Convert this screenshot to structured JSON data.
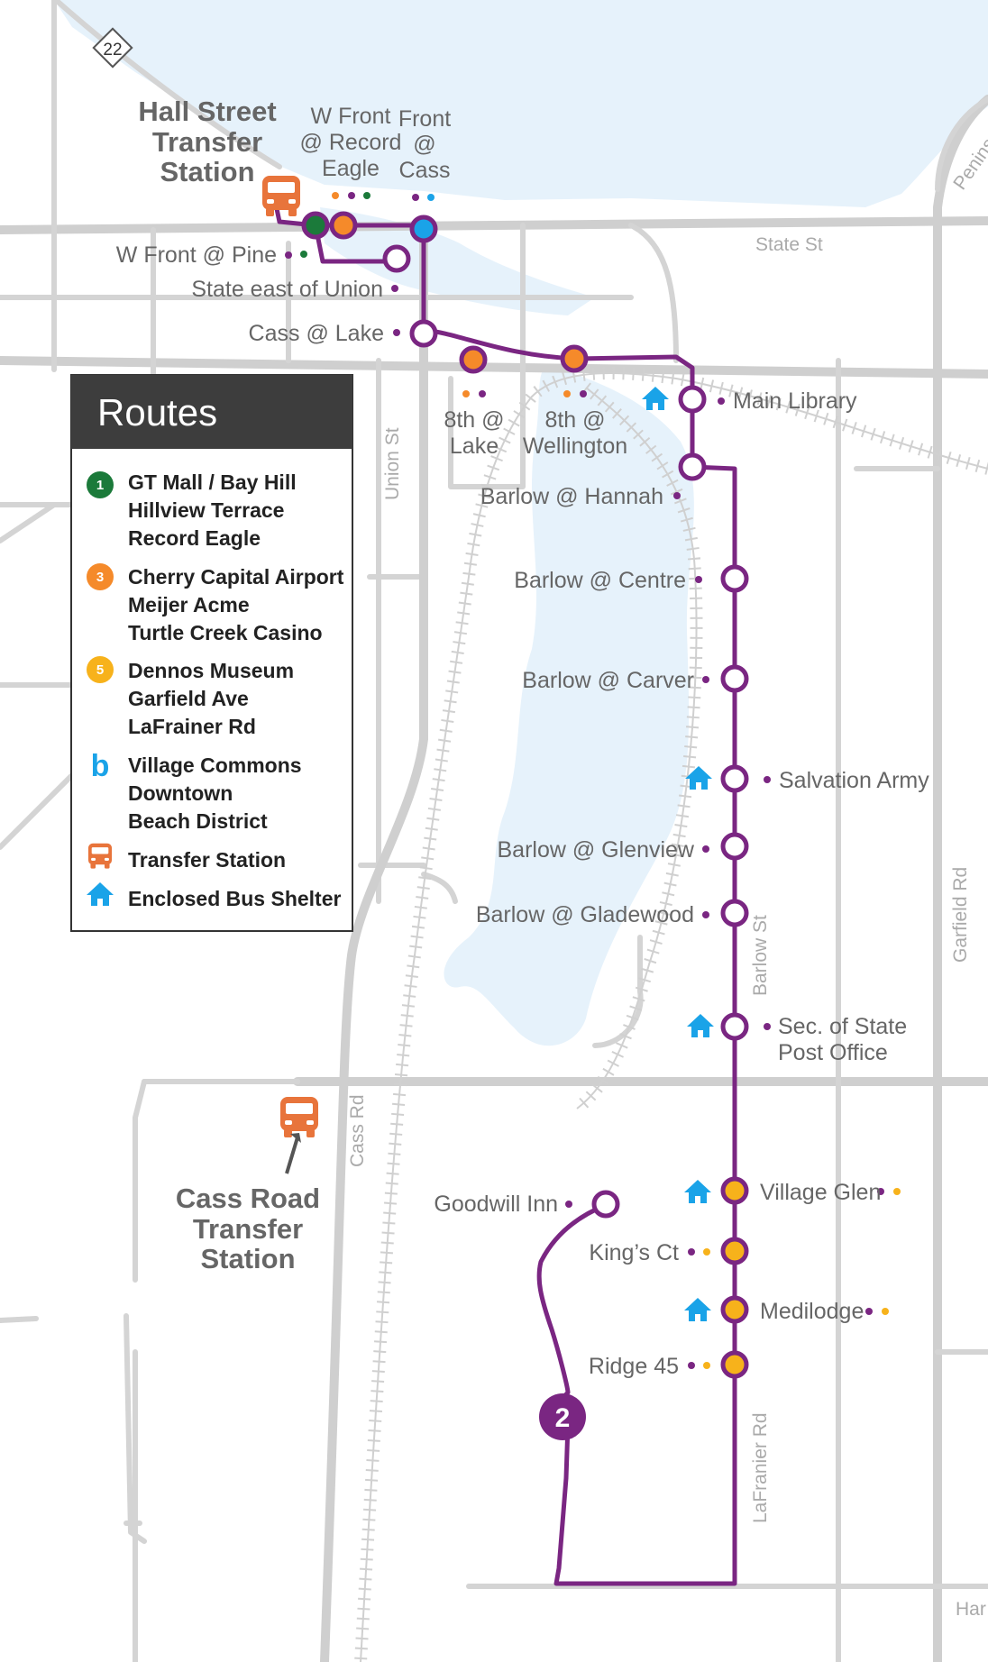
{
  "route_badge": "2",
  "highway_shield": "22",
  "colors": {
    "route": "#7a2682",
    "route_1": "#1b7a3a",
    "route_3": "#f58a2a",
    "route_5": "#f7b21b",
    "route_b": "#1aa3e8",
    "transfer": "#e8743b",
    "water": "#e6f2fb",
    "road": "#d4d4d4"
  },
  "stations": {
    "hall_street": [
      "Hall Street",
      "Transfer",
      "Station"
    ],
    "cass_road": [
      "Cass Road",
      "Transfer",
      "Station"
    ]
  },
  "roads": {
    "state_st": "State St",
    "union_st": "Union St",
    "cass_rd": "Cass Rd",
    "barlow_st": "Barlow St",
    "lafranier_rd": "LaFranier Rd",
    "garfield_rd": "Garfield Rd",
    "peninsula": "Penins",
    "har": "Har"
  },
  "stops": {
    "w_front_record_eagle": [
      "W Front",
      "@ Record",
      "Eagle"
    ],
    "front_cass": [
      "Front",
      "@",
      "Cass"
    ],
    "w_front_pine": "W Front @ Pine",
    "state_east_union": "State east of Union",
    "cass_lake": "Cass @ Lake",
    "eighth_lake": [
      "8th @",
      "Lake"
    ],
    "eighth_wellington": [
      "8th @",
      "Wellington"
    ],
    "main_library": "Main Library",
    "barlow_hannah": "Barlow @ Hannah",
    "barlow_centre": "Barlow @ Centre",
    "barlow_carver": "Barlow @ Carver",
    "salvation_army": "Salvation Army",
    "barlow_glenview": "Barlow @ Glenview",
    "barlow_gladewood": "Barlow @ Gladewood",
    "sec_of_state": [
      "Sec. of State",
      "Post Office"
    ],
    "goodwill_inn": "Goodwill Inn",
    "village_glen": "Village Glen",
    "kings_ct": "King’s Ct",
    "medilodge": "Medilodge",
    "ridge_45": "Ridge 45"
  },
  "legend": {
    "title": "Routes",
    "items": [
      {
        "badge": "1",
        "color": "#1b7a3a",
        "lines": [
          "GT Mall / Bay Hill",
          "Hillview Terrace",
          "Record Eagle"
        ]
      },
      {
        "badge": "3",
        "color": "#f58a2a",
        "lines": [
          "Cherry Capital Airport",
          "Meijer Acme",
          "Turtle Creek Casino"
        ]
      },
      {
        "badge": "5",
        "color": "#f7b21b",
        "lines": [
          "Dennos Museum",
          "Garfield Ave",
          "LaFrainer Rd"
        ]
      },
      {
        "badge": "b",
        "color": "#1aa3e8",
        "lines": [
          "Village Commons",
          "Downtown",
          "Beach District"
        ]
      },
      {
        "icon": "bus-icon",
        "lines": [
          "Transfer Station"
        ]
      },
      {
        "icon": "shelter-icon",
        "lines": [
          "Enclosed Bus Shelter"
        ]
      }
    ]
  }
}
